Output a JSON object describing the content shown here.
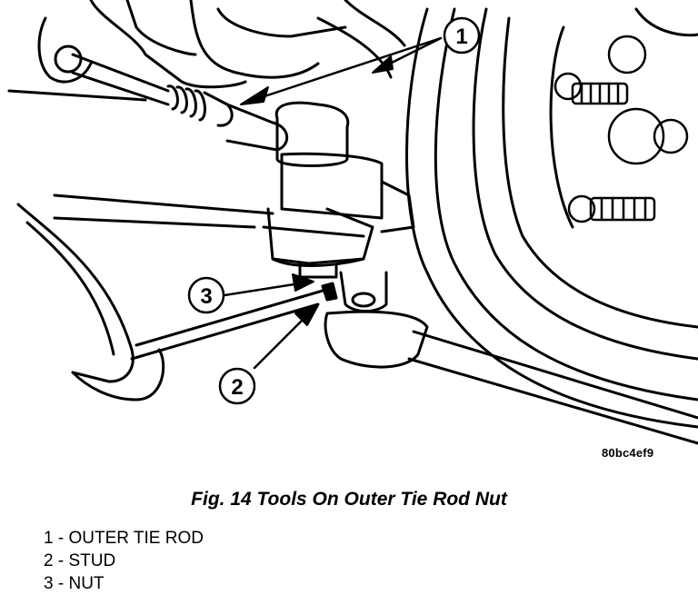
{
  "figure": {
    "ref_code": "80bc4ef9",
    "caption": "Fig. 14 Tools On Outer Tie Rod Nut",
    "callouts": [
      {
        "num": "1"
      },
      {
        "num": "2"
      },
      {
        "num": "3"
      }
    ],
    "legend": [
      {
        "num": "1",
        "label": "OUTER TIE ROD"
      },
      {
        "num": "2",
        "label": "STUD"
      },
      {
        "num": "3",
        "label": "NUT"
      }
    ]
  }
}
